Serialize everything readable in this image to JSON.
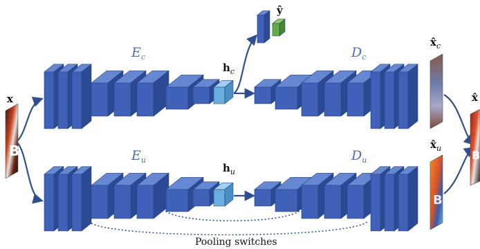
{
  "colors": {
    "block_front": "#3f62b8",
    "block_top": "#6687d2",
    "block_side": "#2c4a94",
    "latent_front": "#6aaee0",
    "latent_top": "#a3cff0",
    "latent_side": "#4a8fc4",
    "predictor_front": "#3f62b8",
    "output_front": "#62ad3e",
    "output_top": "#90cc6c",
    "output_side": "#448a2a",
    "arrow": "#2f4f8f",
    "text_blue": "#4d6fb1",
    "text_black": "#111111"
  },
  "labels": {
    "input": {
      "base": "x",
      "sub": ""
    },
    "encoder_c": {
      "base": "E",
      "sub": "c"
    },
    "encoder_u": {
      "base": "E",
      "sub": "u"
    },
    "decoder_c": {
      "base": "D",
      "sub": "c"
    },
    "decoder_u": {
      "base": "D",
      "sub": "u"
    },
    "latent_c": {
      "base": "h",
      "sub": "c"
    },
    "latent_u": {
      "base": "h",
      "sub": "u"
    },
    "prediction": {
      "base": "ŷ",
      "sub": ""
    },
    "recon_c": {
      "base": "x̂",
      "sub": "c"
    },
    "recon_u": {
      "base": "x̂",
      "sub": "u"
    },
    "recon_total": {
      "base": "x̂",
      "sub": ""
    },
    "pooling": "Pooling switches"
  },
  "image_thumbnails": [
    "input-image",
    "recon-c-image",
    "recon-u-image",
    "recon-total-image"
  ]
}
